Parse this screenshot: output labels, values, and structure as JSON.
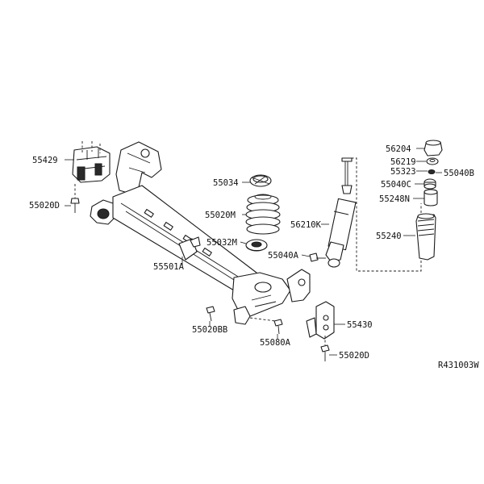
{
  "labels": {
    "p55429": "55429",
    "p55020D_left": "55020D",
    "p55034": "55034",
    "p55020M": "55020M",
    "p55032M": "55032M",
    "p55501A": "55501A",
    "p55040A": "55040A",
    "p56210K": "56210K",
    "p56204": "56204",
    "p56219": "56219",
    "p55323": "55323",
    "p55040B": "55040B",
    "p55040C": "55040C",
    "p55248N": "55248N",
    "p55240": "55240",
    "p55020BB": "55020BB",
    "p55080A": "55080A",
    "p55430": "55430",
    "p55020D_right": "55020D"
  },
  "diagram_code": "R431003W"
}
